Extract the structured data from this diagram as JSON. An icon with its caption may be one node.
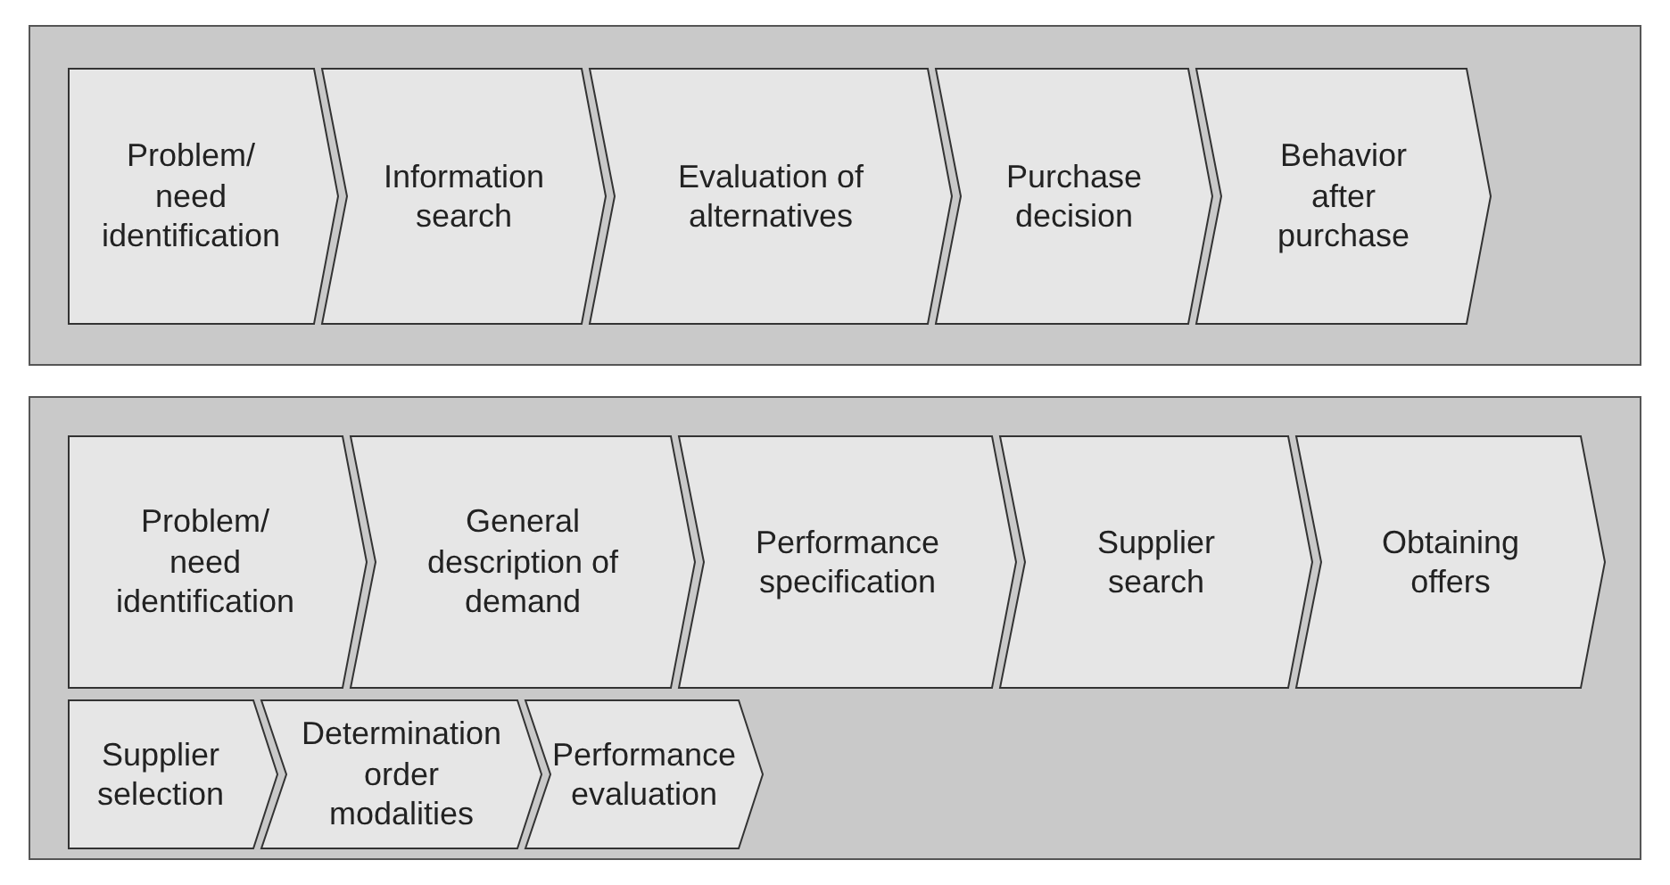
{
  "diagram": {
    "nodes": [
      {
        "text": [],
        "shape": "box"
      },
      {
        "text": [
          "Problem/ need identification"
        ],
        "in": 0
      },
      {
        "text": [
          "Information search"
        ],
        "in": 0
      },
      {
        "text": [
          "Evaluation of alternatives"
        ],
        "in": 0
      },
      {
        "text": [
          "Purchase decision"
        ],
        "in": 0
      },
      {
        "text": [
          "Behavior after purchase"
        ],
        "in": 0
      },
      {
        "text": [],
        "shape": "box"
      },
      {
        "text": [
          "Problem/ need identification"
        ],
        "in": 6
      },
      {
        "text": [
          "General description of demand"
        ],
        "in": 6
      },
      {
        "text": [
          "Performance specification"
        ],
        "in": 6
      },
      {
        "text": [
          "Supplier search"
        ],
        "in": 6
      },
      {
        "text": [
          "Obtaining offers"
        ],
        "in": 6
      },
      {
        "text": [
          "Supplier selection"
        ],
        "in": 6
      },
      {
        "text": [
          "Determination order modalities"
        ],
        "in": 6
      },
      {
        "text": [
          "Performance evaluation"
        ],
        "in": 6
      }
    ]
  }
}
